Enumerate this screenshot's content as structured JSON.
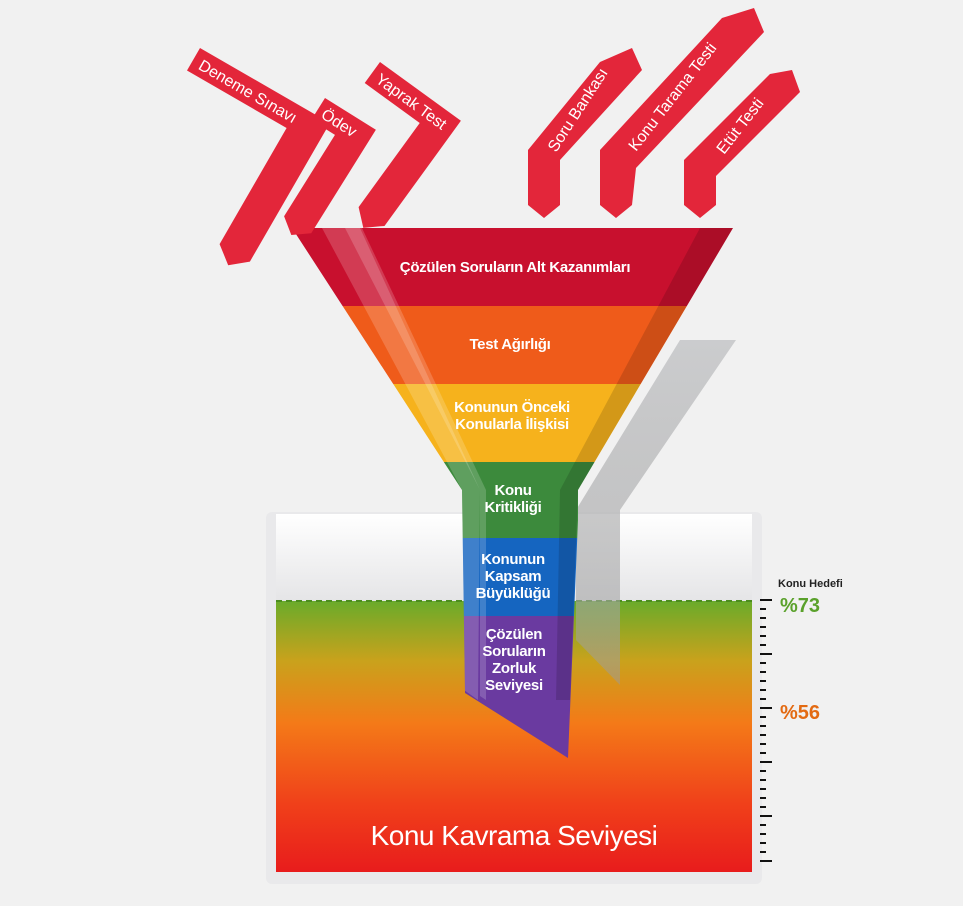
{
  "inputs": [
    "Deneme Sınavı",
    "Ödev",
    "Yaprak Test",
    "Soru Bankası",
    "Konu Tarama Testi",
    "Etüt Testi"
  ],
  "funnel_layers": [
    {
      "label": "Çözülen Soruların Alt Kazanımları",
      "color": "#c8102e"
    },
    {
      "label": "Test Ağırlığı",
      "color": "#ef5b1a"
    },
    {
      "label": "Konunun Önceki Konularla İlişkisi",
      "color": "#f6b21c"
    },
    {
      "label": "Konu Kritikliği",
      "color": "#3c8a3c"
    },
    {
      "label": "Konunun Kapsam Büyüklüğü",
      "color": "#1565c0"
    },
    {
      "label": "Çözülen Soruların Zorluk Seviyesi",
      "color": "#6a3aa0"
    }
  ],
  "goal": {
    "label": "Konu Hedefi",
    "target": "%73",
    "current": "%56",
    "target_color": "#5aa12b",
    "current_color": "#e36a12"
  },
  "container_title": "Konu Kavrama Seviyesi"
}
